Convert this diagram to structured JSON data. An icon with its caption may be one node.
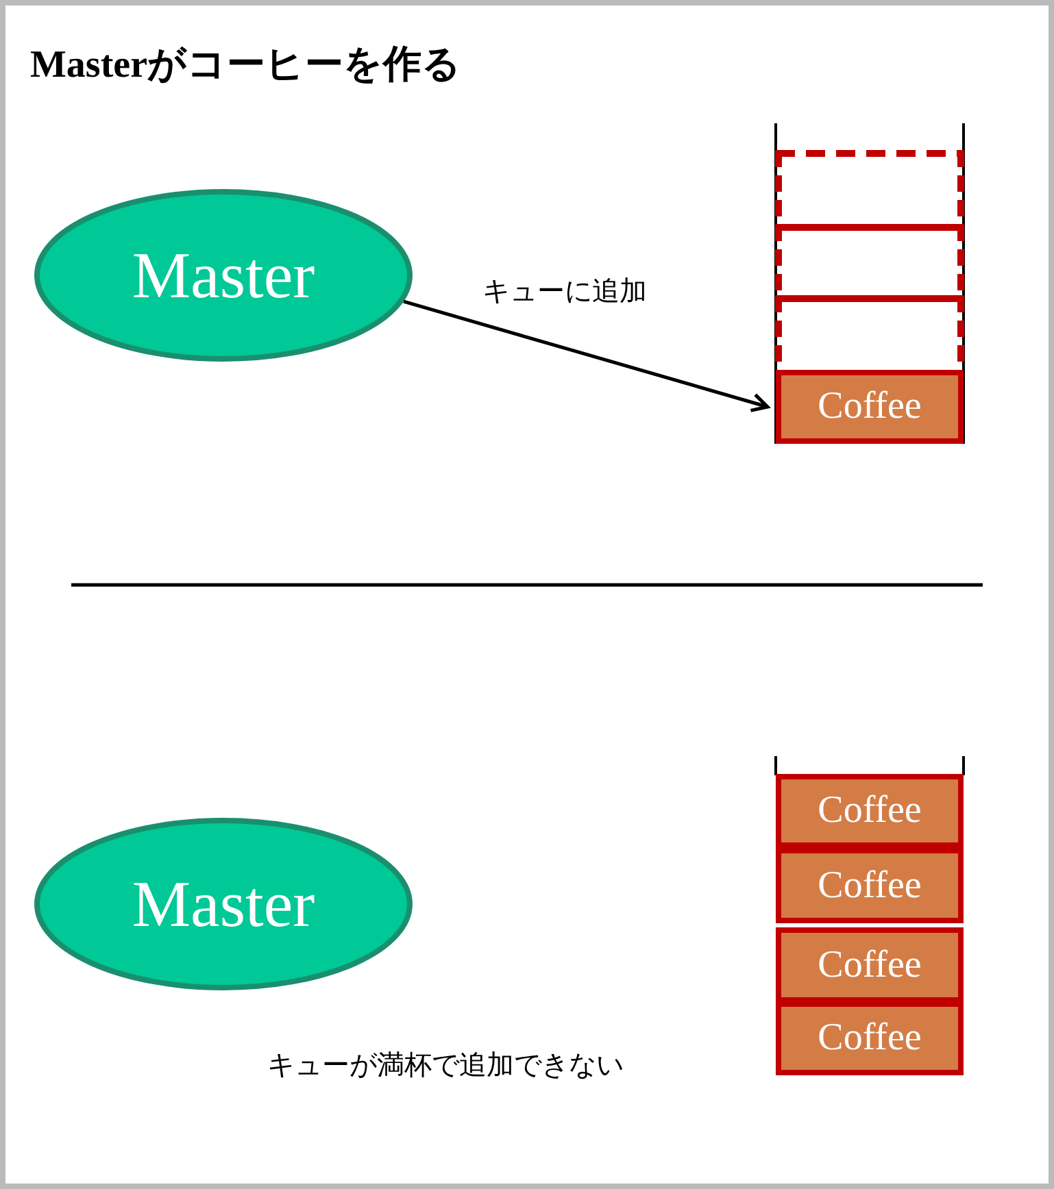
{
  "diagram": {
    "title": "Masterがコーヒーを作る",
    "nodes": [
      {
        "text": [
          "Master"
        ]
      },
      {
        "text": [],
        "shape": "box"
      },
      {
        "text": [],
        "shape": "box"
      },
      {
        "text": [],
        "shape": "box"
      },
      {
        "text": [
          "Coffee"
        ]
      },
      {
        "text": [
          "Master"
        ]
      },
      {
        "text": [
          "Coffee"
        ]
      },
      {
        "text": [
          "Coffee"
        ]
      },
      {
        "text": [
          "Coffee"
        ]
      },
      {
        "text": [
          "Coffee"
        ]
      }
    ],
    "edges": [
      {
        "from": 0,
        "to": 4,
        "arrow": "to",
        "label": "キューに追加"
      }
    ],
    "labels": [
      "キューが満杯で追加できない"
    ]
  }
}
